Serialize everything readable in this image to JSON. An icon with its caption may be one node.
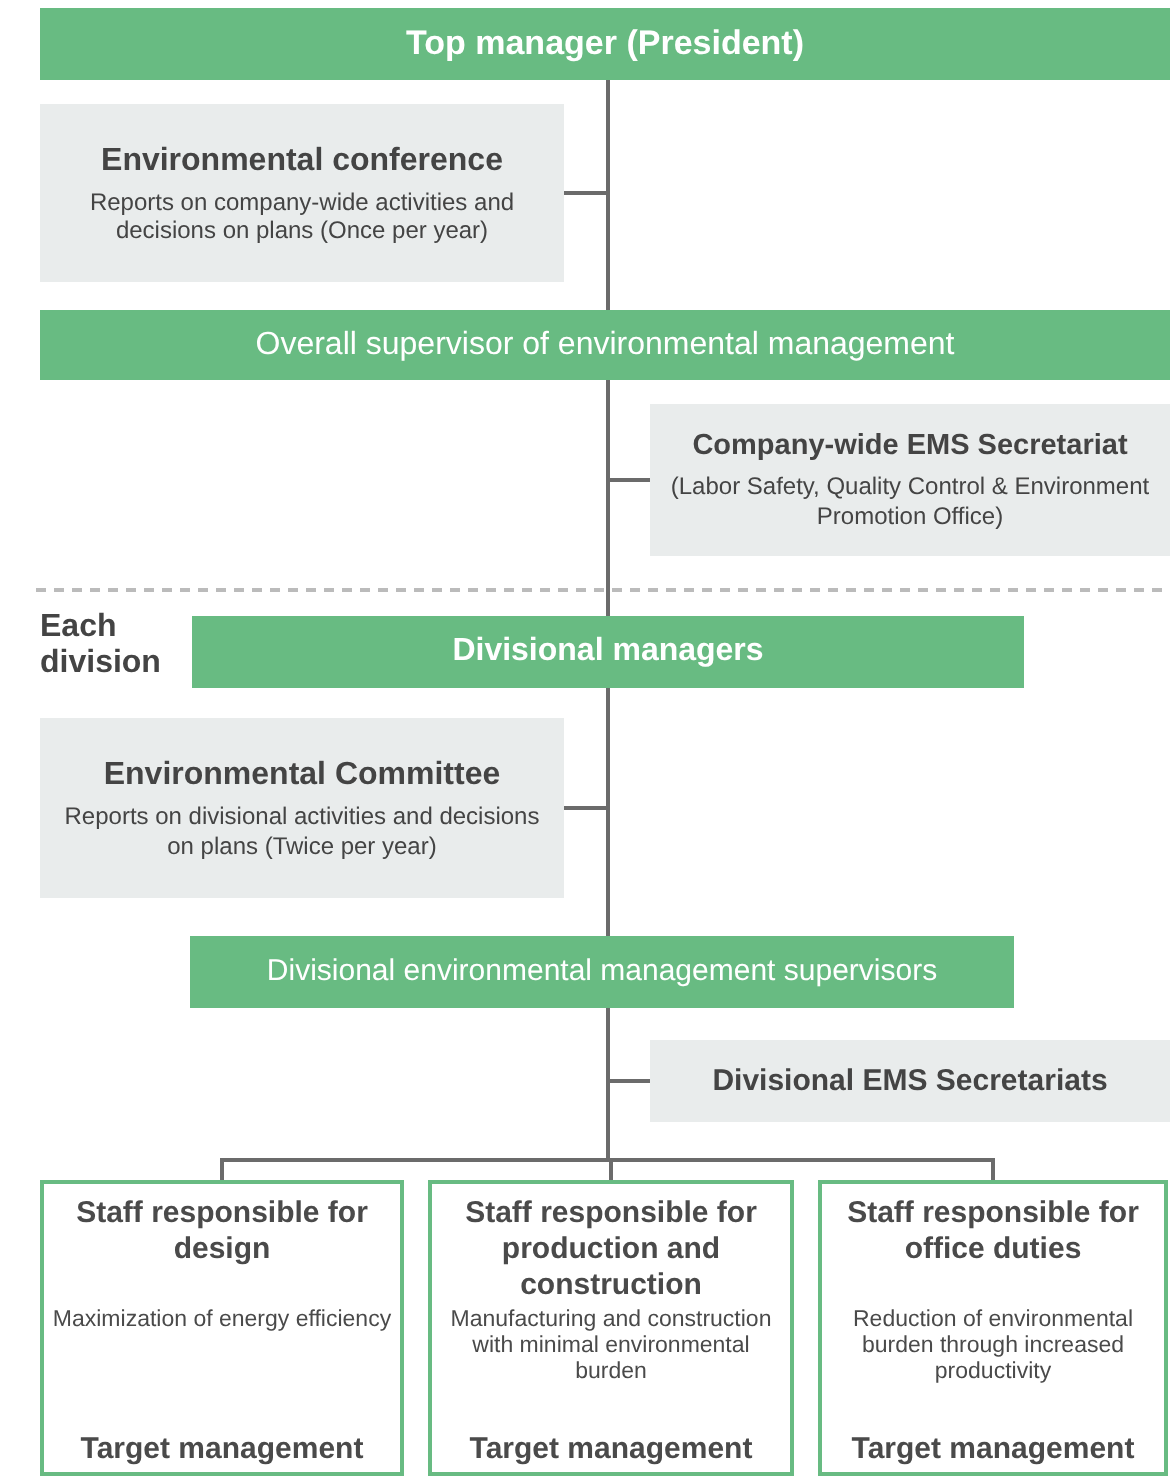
{
  "diagram": {
    "nodes": [
      {
        "text": [
          "Top manager (President)"
        ]
      },
      {
        "text": [
          "Environmental conference",
          "Reports on company-wide activities and decisions on plans (Once per year)"
        ]
      },
      {
        "text": [
          "Overall supervisor of environmental management"
        ]
      },
      {
        "text": [
          "Company-wide EMS Secretariat",
          "(Labor Safety, Quality Control & Environment Promotion Office)"
        ]
      },
      {
        "text": [
          "Divisional managers"
        ]
      },
      {
        "text": [
          "Environmental Committee",
          "Reports on divisional activities and decisions on plans (Twice per year)"
        ]
      },
      {
        "text": [
          "Divisional environmental management supervisors"
        ]
      },
      {
        "text": [
          "Divisional EMS Secretariats"
        ]
      },
      {
        "text": [
          "Staff responsible for design",
          "Maximization of energy efficiency",
          "Target management"
        ]
      },
      {
        "text": [
          "Staff responsible for production and construction",
          "Manufacturing and construction with minimal environmental burden",
          "Target management"
        ]
      },
      {
        "text": [
          "Staff responsible for office duties",
          "Reduction of environmental burden through increased productivity",
          "Target management"
        ]
      }
    ],
    "edges": [
      {
        "from": 0,
        "to": 2,
        "arrow": "none"
      },
      {
        "from": 1,
        "to": 0,
        "arrow": "none"
      },
      {
        "from": 2,
        "to": 3,
        "arrow": "none"
      },
      {
        "from": 2,
        "to": 4,
        "arrow": "none"
      },
      {
        "from": 5,
        "to": 4,
        "arrow": "none"
      },
      {
        "from": 4,
        "to": 6,
        "arrow": "none"
      },
      {
        "from": 6,
        "to": 7,
        "arrow": "none"
      },
      {
        "from": 6,
        "to": 8,
        "arrow": "none"
      },
      {
        "from": 6,
        "to": 9,
        "arrow": "none"
      },
      {
        "from": 6,
        "to": 10,
        "arrow": "none"
      }
    ],
    "labels": [
      "Each division"
    ]
  }
}
